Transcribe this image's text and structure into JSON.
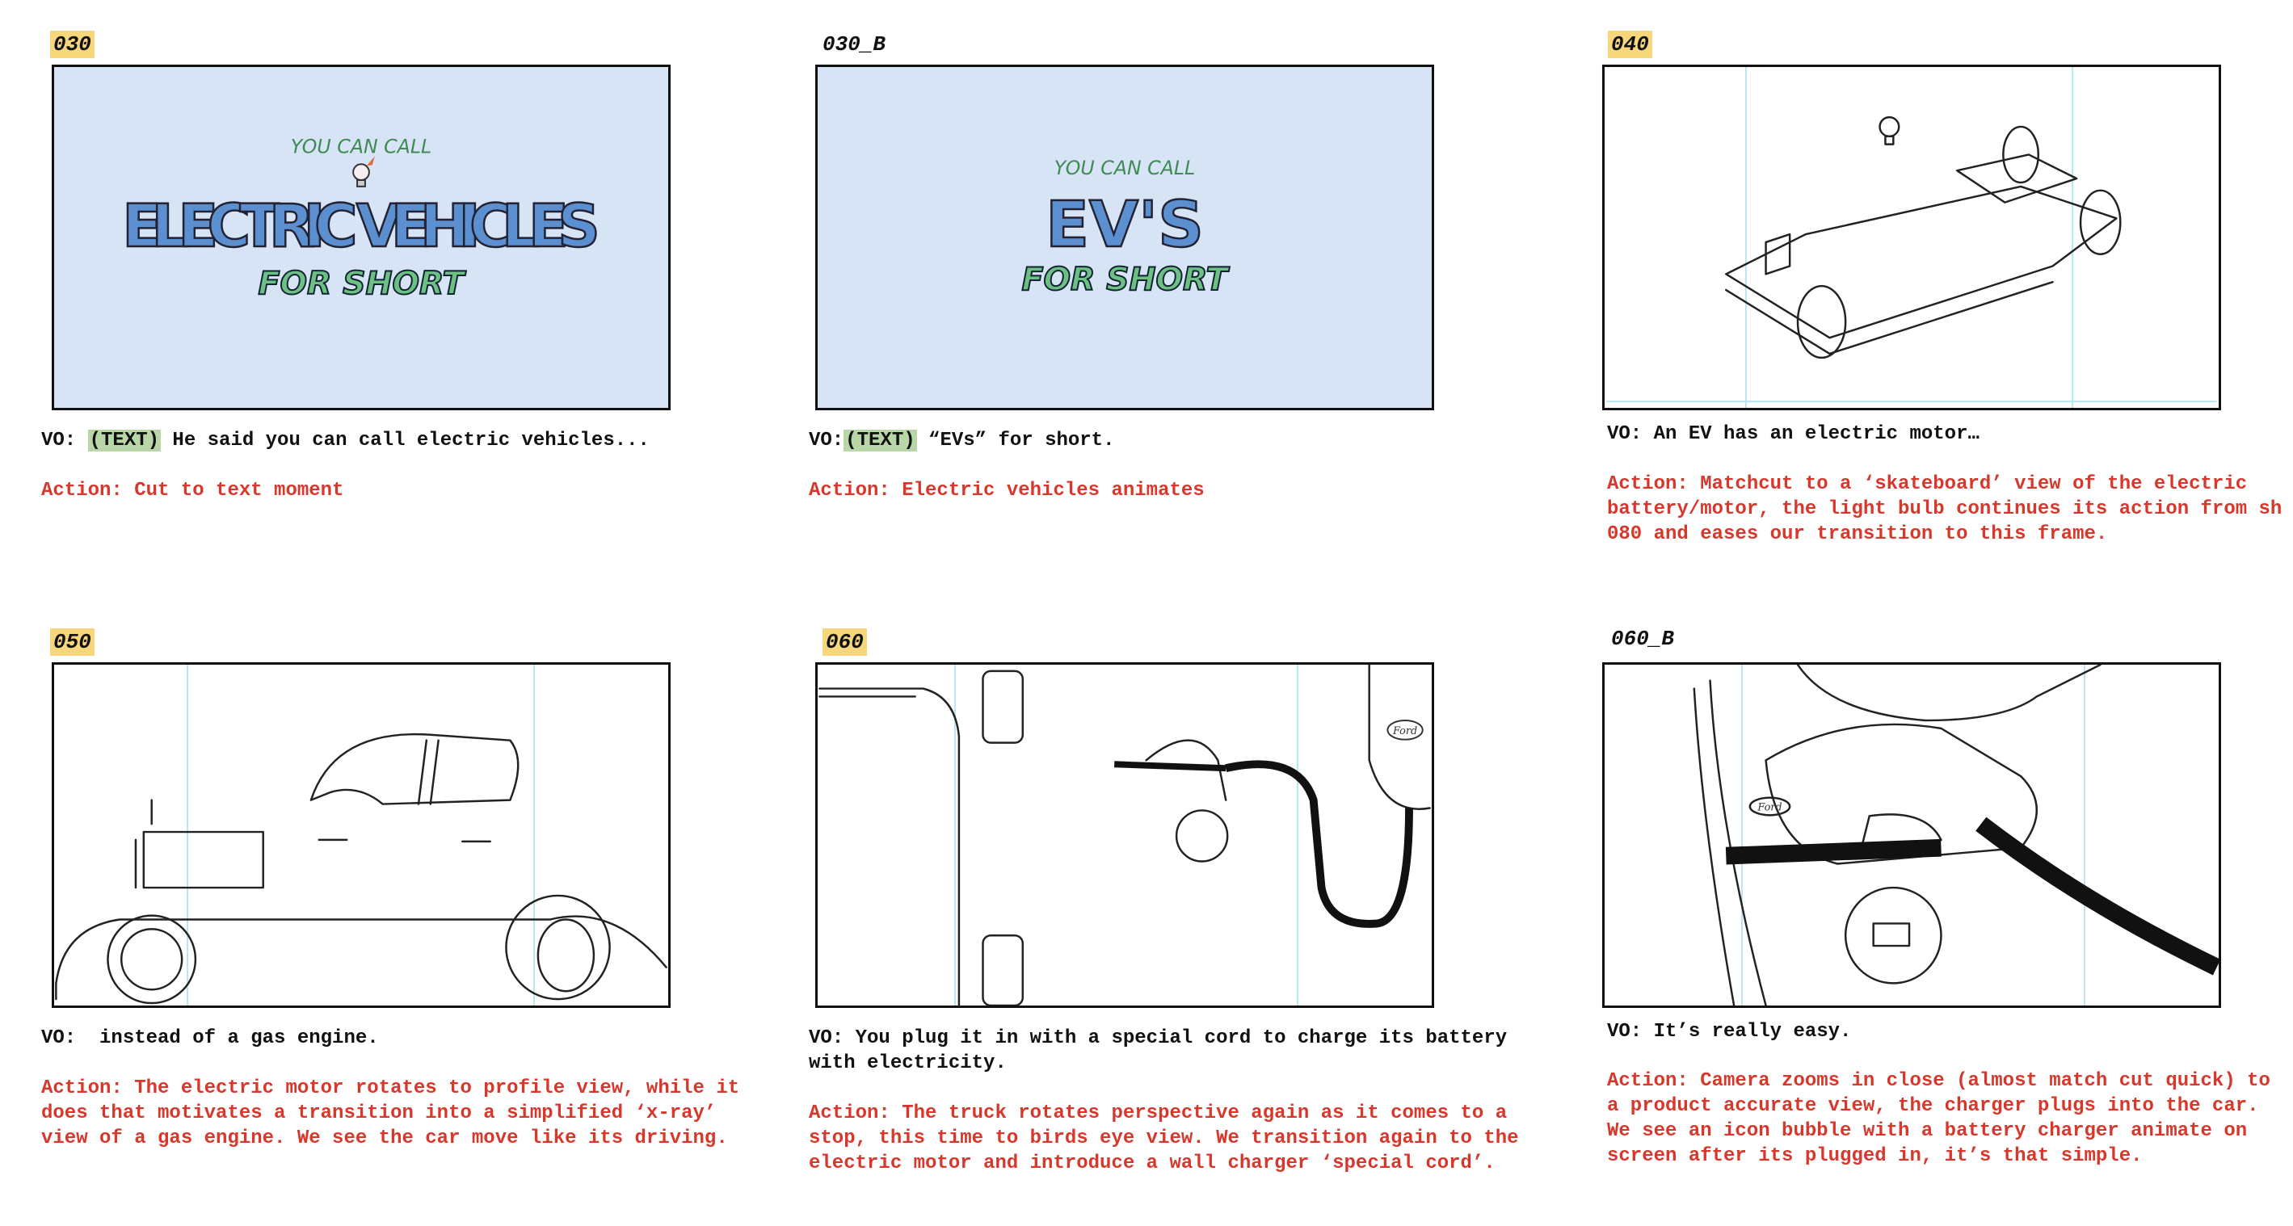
{
  "panels": [
    {
      "shot": "030",
      "vo_prefix": "VO: ",
      "vo_tag": "(TEXT)",
      "vo_text": " He said you can call electric vehicles...",
      "action": "Action: Cut to text moment",
      "art": {
        "top": "YOU CAN CALL",
        "main": "ELECTRIC VEHICLES",
        "bottom": "FOR SHORT"
      }
    },
    {
      "shot": "030_B",
      "vo_prefix": "VO:",
      "vo_tag": "(TEXT)",
      "vo_text": " “EVs” for short.",
      "action": "Action: Electric vehicles animates",
      "art": {
        "top": "YOU CAN CALL",
        "main": "EV'S",
        "bottom": "FOR SHORT"
      }
    },
    {
      "shot": "040",
      "vo_text": "VO: An EV has an electric motor…",
      "action": "Action: Matchcut to a ‘skateboard’ view of the electric battery/motor, the light bulb continues its action from sh 080 and eases our transition to this frame."
    },
    {
      "shot": "050",
      "vo_text": "VO:  instead of a gas engine.",
      "action": "Action: The electric motor rotates to profile view, while it does that motivates a transition into a simplified ‘x-ray’ view of a gas engine. We see the car move like its driving."
    },
    {
      "shot": "060",
      "vo_text": "VO: You plug it in with a special cord to charge its battery with electricity.",
      "action": "Action: The truck rotates perspective again as it comes to a stop, this time to birds eye view. We transition again to the electric motor and introduce a wall charger ‘special cord’.",
      "art": {
        "logo": "Ford"
      }
    },
    {
      "shot": "060_B",
      "vo_text": "VO: It’s really easy.",
      "action": "Action: Camera zooms in close (almost match cut quick) to a product accurate view, the charger plugs into the car. We see an icon bubble with a battery charger animate on screen after its plugged in, it’s that simple.",
      "art": {
        "logo": "Ford"
      }
    }
  ],
  "colors": {
    "label_highlight": "#f6d77c",
    "action_text": "#d8382c",
    "tag_bg": "#b9d6a8",
    "frame_bg_blue": "#d7e4f5"
  }
}
